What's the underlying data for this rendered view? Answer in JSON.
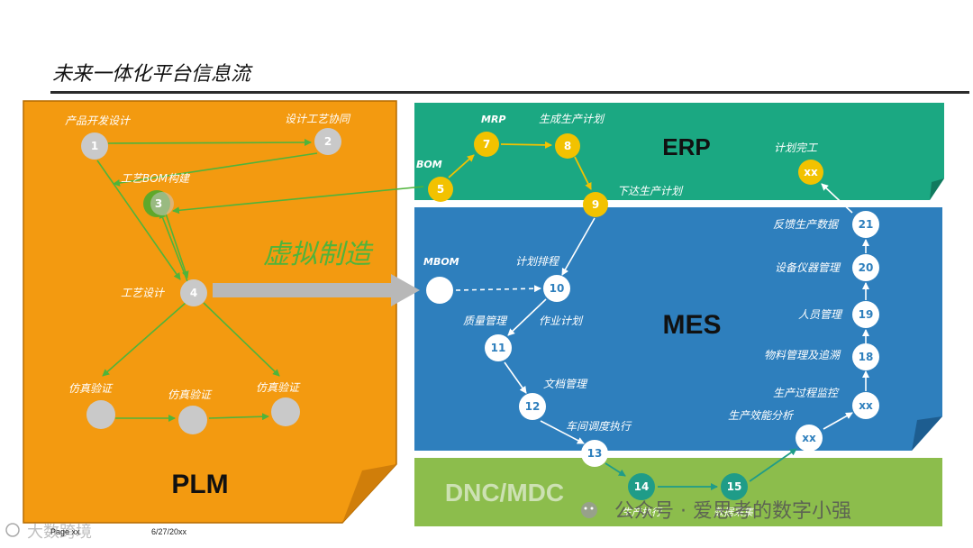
{
  "slide": {
    "title": "未来一体化平台信息流",
    "page_label": "Page xx",
    "date": "6/27/20xx"
  },
  "zones": {
    "plm": "PLM",
    "erp": "ERP",
    "mes": "MES",
    "dnc": "DNC/MDC",
    "virtual_manufacturing": "虚拟制造"
  },
  "plm_nodes": {
    "n1_num": "1",
    "n1_label": "产品开发设计",
    "n2_num": "2",
    "n2_label": "设计工艺协同",
    "n3_num": "3",
    "n3_label": "工艺BOM构建",
    "n4_num": "4",
    "n4_label": "工艺设计",
    "sim1_label": "仿真验证",
    "sim2_label": "仿真验证",
    "sim3_label": "仿真验证"
  },
  "erp_nodes": {
    "n5_num": "5",
    "n5_label": "BOM",
    "n7_num": "7",
    "n7_label": "MRP",
    "n8_num": "8",
    "n8_label": "生成生产计划",
    "n9_num": "9",
    "n9_label": "下达生产计划",
    "done_num": "xx",
    "done_label": "计划完工"
  },
  "mes_nodes": {
    "mbom_label": "MBOM",
    "n10_num": "10",
    "n10_label": "计划排程",
    "n11_num": "11",
    "n11_label_a": "质量管理",
    "n11_label_b": "作业计划",
    "n12_num": "12",
    "n12_label": "文档管理",
    "n13_num": "13",
    "n13_label": "车间调度执行",
    "xx1_num": "xx",
    "xx1_label": "生产效能分析",
    "xx2_num": "xx",
    "xx2_label": "生产过程监控",
    "n18_num": "18",
    "n18_label": "物料管理及追溯",
    "n19_num": "19",
    "n19_label": "人员管理",
    "n20_num": "20",
    "n20_label": "设备仪器管理",
    "n21_num": "21",
    "n21_label": "反馈生产数据"
  },
  "dnc_nodes": {
    "n14_num": "14",
    "n14_label": "生产执行",
    "n15_num": "15",
    "n15_label": "数据采集"
  },
  "watermarks": {
    "wechat": "公众号 · 爱思考的数字小强",
    "corner": "大数跨境"
  },
  "colors": {
    "plm_fill": "#f39a10",
    "erp_fill": "#1ba882",
    "mes_fill": "#2e7fbd",
    "dnc_fill": "#8cbd4c",
    "node_grey": "#c9c9c9",
    "node_yellow": "#f2c200",
    "node_white": "#ffffff",
    "node_teal": "#1f9c88",
    "arrow_green": "#4fb43b"
  }
}
